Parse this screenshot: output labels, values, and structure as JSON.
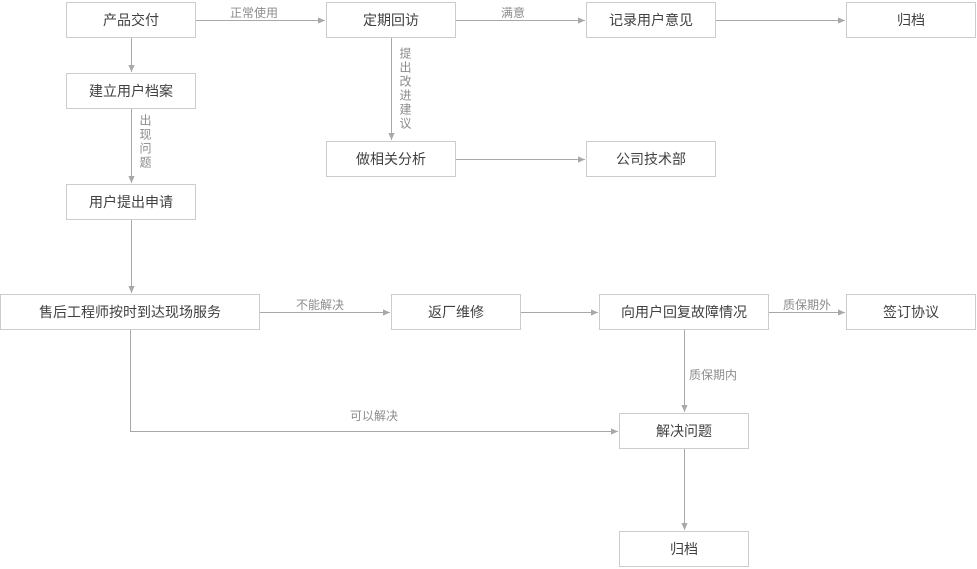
{
  "diagram": {
    "title": "after-sales-service-flowchart",
    "colors": {
      "background": "#ffffff",
      "node_fill": "#ffffff",
      "node_border": "#cccccc",
      "node_text": "#404040",
      "line": "#a8a8a8",
      "edge_label_text": "#8c8c8c"
    },
    "nodes": {
      "product_delivery": "产品交付",
      "regular_followup": "定期回访",
      "record_feedback": "记录用户意见",
      "archive_top": "归档",
      "create_user_file": "建立用户档案",
      "analysis": "做相关分析",
      "tech_dept": "公司技术部",
      "user_request": "用户提出申请",
      "onsite_service": "售后工程师按时到达现场服务",
      "factory_repair": "返厂维修",
      "reply_fault": "向用户回复故障情况",
      "sign_agreement": "签订协议",
      "solve_problem": "解决问题",
      "archive_bottom": "归档"
    },
    "edge_labels": {
      "normal_use": "正常使用",
      "satisfied": "满意",
      "improvement": "提出改进建议",
      "problem_occurs": "出现问题",
      "cannot_solve": "不能解决",
      "out_of_warranty": "质保期外",
      "in_warranty": "质保期内",
      "can_solve": "可以解决"
    },
    "edges": [
      {
        "from": "产品交付",
        "to": "定期回访",
        "label": "正常使用"
      },
      {
        "from": "定期回访",
        "to": "记录用户意见",
        "label": "满意"
      },
      {
        "from": "记录用户意见",
        "to": "归档",
        "label": ""
      },
      {
        "from": "产品交付",
        "to": "建立用户档案",
        "label": ""
      },
      {
        "from": "建立用户档案",
        "to": "用户提出申请",
        "label": "出现问题"
      },
      {
        "from": "定期回访",
        "to": "做相关分析",
        "label": "提出改进建议"
      },
      {
        "from": "做相关分析",
        "to": "公司技术部",
        "label": ""
      },
      {
        "from": "用户提出申请",
        "to": "售后工程师按时到达现场服务",
        "label": ""
      },
      {
        "from": "售后工程师按时到达现场服务",
        "to": "返厂维修",
        "label": "不能解决"
      },
      {
        "from": "返厂维修",
        "to": "向用户回复故障情况",
        "label": ""
      },
      {
        "from": "向用户回复故障情况",
        "to": "签订协议",
        "label": "质保期外"
      },
      {
        "from": "向用户回复故障情况",
        "to": "解决问题",
        "label": "质保期内"
      },
      {
        "from": "售后工程师按时到达现场服务",
        "to": "解决问题",
        "label": "可以解决"
      },
      {
        "from": "解决问题",
        "to": "归档",
        "label": ""
      }
    ]
  }
}
